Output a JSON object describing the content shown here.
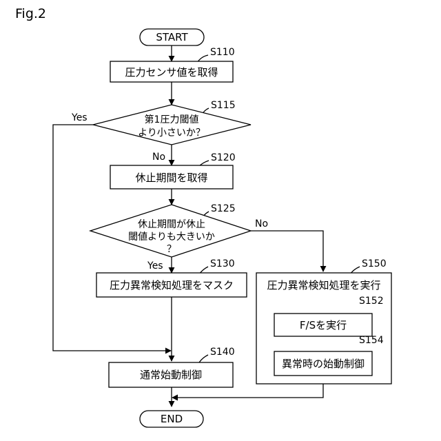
{
  "figure_label": "Fig.2",
  "nodes": {
    "start": {
      "label": "START"
    },
    "s110": {
      "step": "S110",
      "label": "圧力センサ値を取得"
    },
    "s115": {
      "step": "S115",
      "line1": "第1圧力閾値",
      "line2": "より小さいか？"
    },
    "s120": {
      "step": "S120",
      "label": "休止期間を取得"
    },
    "s125": {
      "step": "S125",
      "line1": "休止期間が休止",
      "line2": "閾値よりも大きいか",
      "line3": "？"
    },
    "s130": {
      "step": "S130",
      "label": "圧力異常検知処理をマスク"
    },
    "s150": {
      "step": "S150",
      "label": "圧力異常検知処理を実行"
    },
    "s152": {
      "step": "S152",
      "label": "F/Sを実行"
    },
    "s154": {
      "step": "S154",
      "label": "異常時の始動制御"
    },
    "s140": {
      "step": "S140",
      "label": "通常始動制御"
    },
    "end": {
      "label": "END"
    }
  },
  "edge_labels": {
    "s115_yes": "Yes",
    "s115_no": "No",
    "s125_yes": "Yes",
    "s125_no": "No"
  }
}
